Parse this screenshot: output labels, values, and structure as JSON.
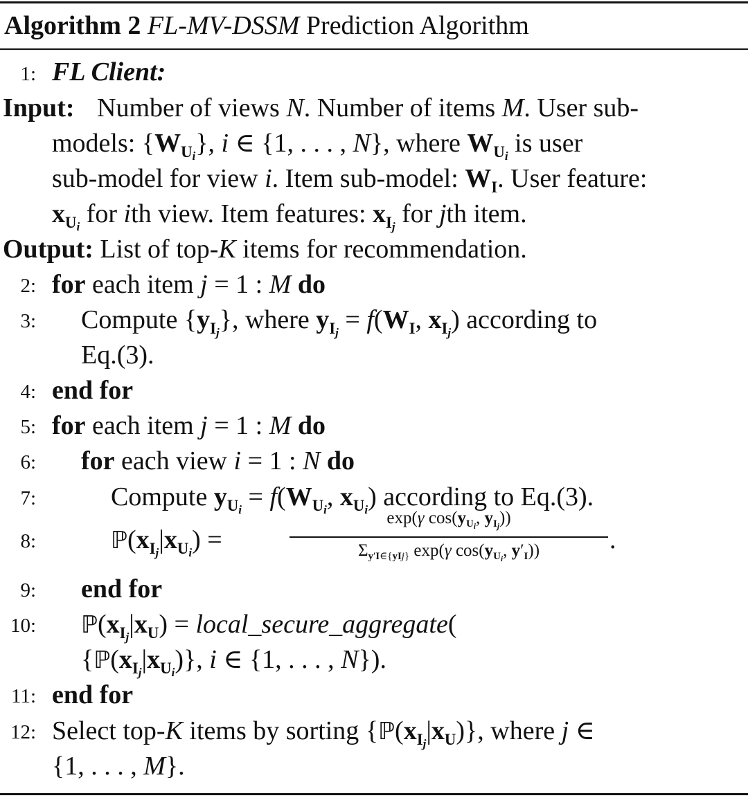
{
  "title": {
    "prefix": "Algorithm 2",
    "name": "FL-MV-DSSM",
    "suffix": "Prediction Algorithm"
  },
  "lines": {
    "l1": {
      "num": "1:",
      "text": "FL Client:"
    },
    "input": {
      "label": "Input:",
      "row1": "Number of views N. Number of items M. User sub-",
      "row2": "models: {W_Ui}, i ∈ {1, . . . , N}, where W_Ui is user",
      "row3": "sub-model for view i. Item sub-model: W_I. User feature:",
      "row4": "x_Ui for ith view. Item features: x_Ij for jth item."
    },
    "output": {
      "label": "Output:",
      "text": "List of top-K items for recommendation."
    },
    "l2": {
      "num": "2:",
      "kw_for": "for",
      "text": "each item j = 1 : M",
      "kw_do": "do"
    },
    "l3": {
      "num": "3:",
      "row1": "Compute {y_Ij}, where y_Ij = f(W_I, x_Ij) according to",
      "row2": "Eq.(3)."
    },
    "l4": {
      "num": "4:",
      "text": "end for"
    },
    "l5": {
      "num": "5:",
      "kw_for": "for",
      "text": "each item j = 1 : M",
      "kw_do": "do"
    },
    "l6": {
      "num": "6:",
      "kw_for": "for",
      "text": "each view i = 1 : N",
      "kw_do": "do"
    },
    "l7": {
      "num": "7:",
      "text": "Compute y_Ui = f(W_Ui, x_Ui) according to Eq.(3)."
    },
    "l8": {
      "num": "8:",
      "lhs": "ℙ(x_Ij|x_Ui) =",
      "numerator": "exp(γ cos(y_Ui, y_Ij))",
      "denominator": "Σ_{y'_I ∈ {y_Ij}} exp(γ cos(y_Ui, y'_I))",
      "trail": "."
    },
    "l9": {
      "num": "9:",
      "text": "end for"
    },
    "l10": {
      "num": "10:",
      "row1": "ℙ(x_Ij|x_U) = local_secure_aggregate(",
      "row2": "{ℙ(x_Ij|x_Ui)}, i ∈ {1, . . . , N})."
    },
    "l11": {
      "num": "11:",
      "text": "end for"
    },
    "l12": {
      "num": "12:",
      "row1": "Select top-K items by sorting {ℙ(x_Ij|x_U)}, where j ∈",
      "row2": "{1, . . . , M}."
    }
  }
}
